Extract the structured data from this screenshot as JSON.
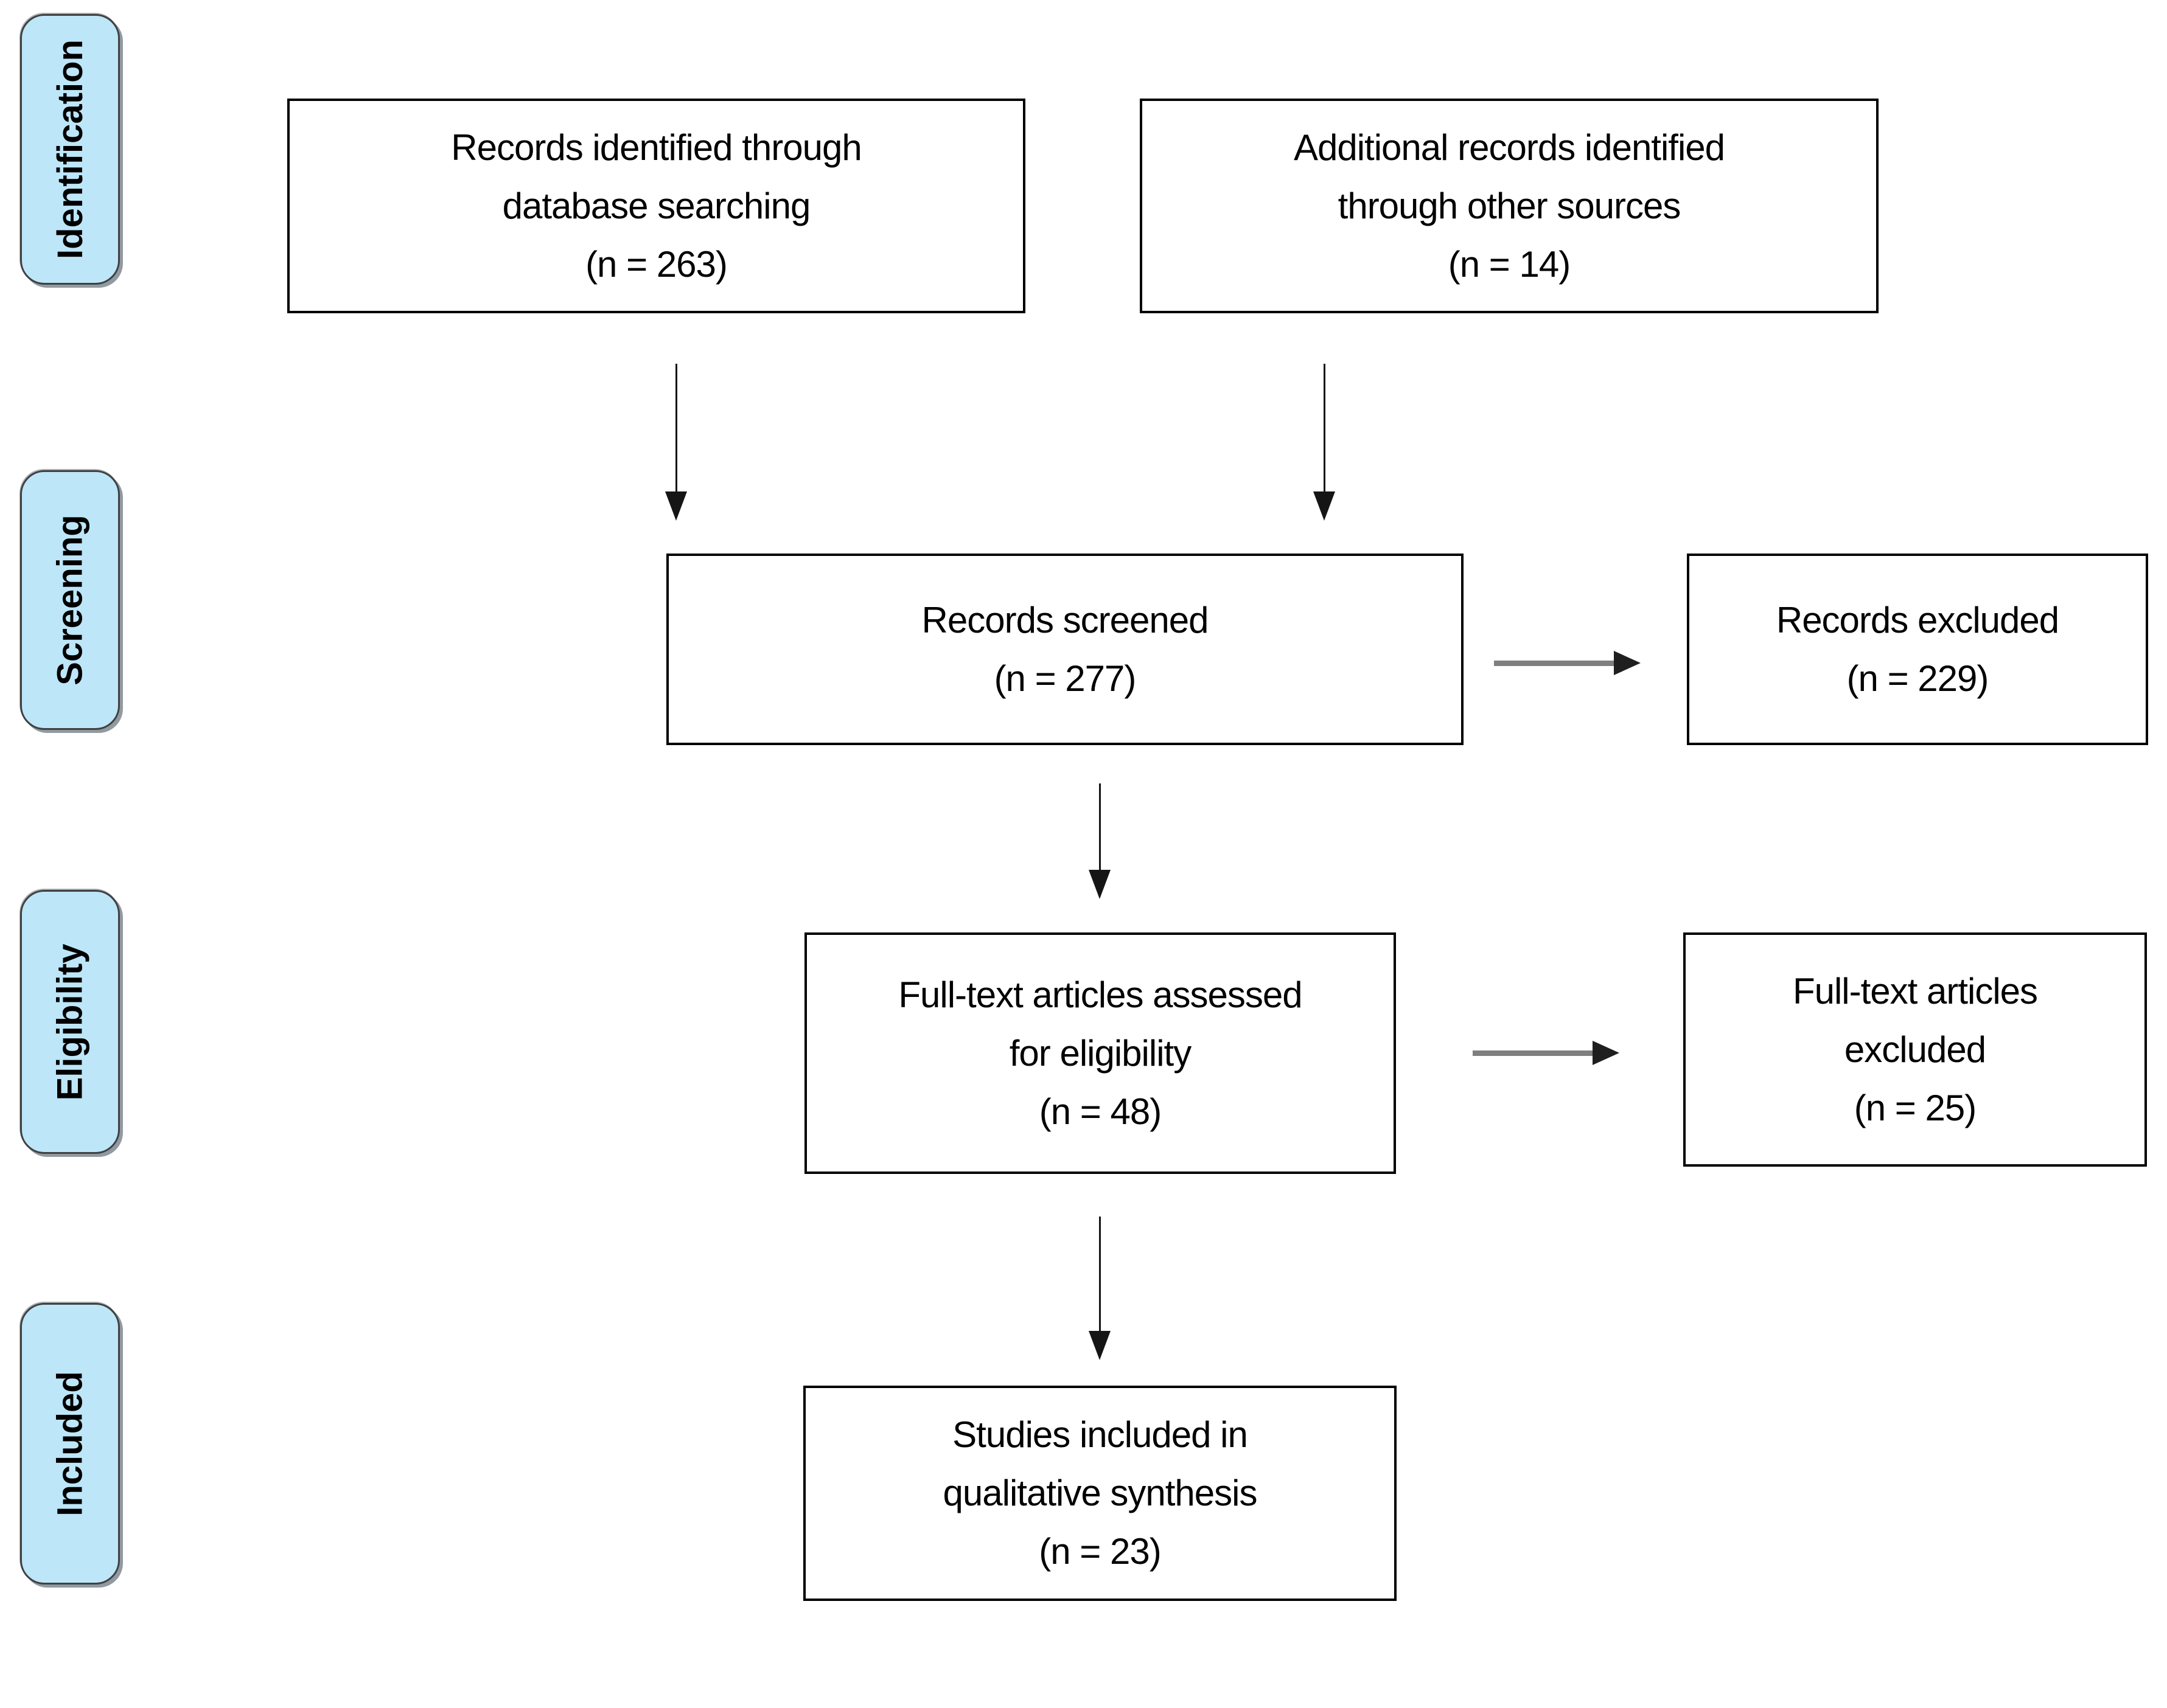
{
  "diagram": {
    "type": "PRISMA flow diagram",
    "stages": [
      {
        "label": "Identification"
      },
      {
        "label": "Screening"
      },
      {
        "label": "Eligibility"
      },
      {
        "label": "Included"
      }
    ],
    "boxes": {
      "identified": {
        "lines": [
          "Records identified through",
          "database searching",
          "(n = 263)"
        ]
      },
      "other_sources": {
        "lines": [
          "Additional records identified",
          "through other sources",
          "(n = 14)"
        ]
      },
      "screened": {
        "lines": [
          "Records screened",
          "(n = 277)"
        ]
      },
      "records_excluded": {
        "lines": [
          "Records excluded",
          "(n = 229)"
        ]
      },
      "fulltext_assessed": {
        "lines": [
          "Full-text articles assessed",
          "for eligibility",
          "(n = 48)"
        ]
      },
      "fulltext_excluded": {
        "lines": [
          "Full-text articles",
          "excluded",
          "(n = 25)"
        ]
      },
      "studies_included": {
        "lines": [
          "Studies included in",
          "qualitative synthesis",
          "(n = 23)"
        ]
      }
    },
    "colors": {
      "stage_fill": "#BDE6F8",
      "stage_border": "#404040",
      "box_fill": "#FFFFFF",
      "box_border": "#000000",
      "arrow_vertical": "#151515",
      "arrow_horizontal_shaft": "#7F7F7F",
      "arrow_horizontal_head": "#1F1F1F",
      "text": "#000000"
    }
  }
}
